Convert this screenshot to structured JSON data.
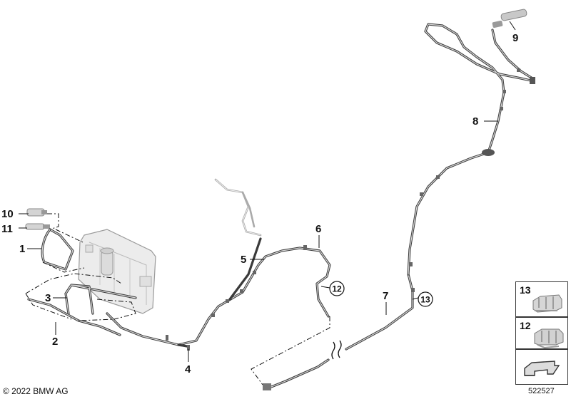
{
  "copyright": "© 2022 BMW AG",
  "diagram_ref": "522527",
  "callouts": {
    "c1": "1",
    "c2": "2",
    "c3": "3",
    "c4": "4",
    "c5": "5",
    "c6": "6",
    "c7": "7",
    "c8": "8",
    "c9": "9",
    "c10": "10",
    "c11": "11",
    "c12": "12",
    "c13": "13"
  },
  "legend_panels": {
    "p13": "13",
    "p12": "12"
  },
  "icons": [
    "clip-13-icon",
    "clip-12-icon",
    "arrow-symbol-icon"
  ]
}
